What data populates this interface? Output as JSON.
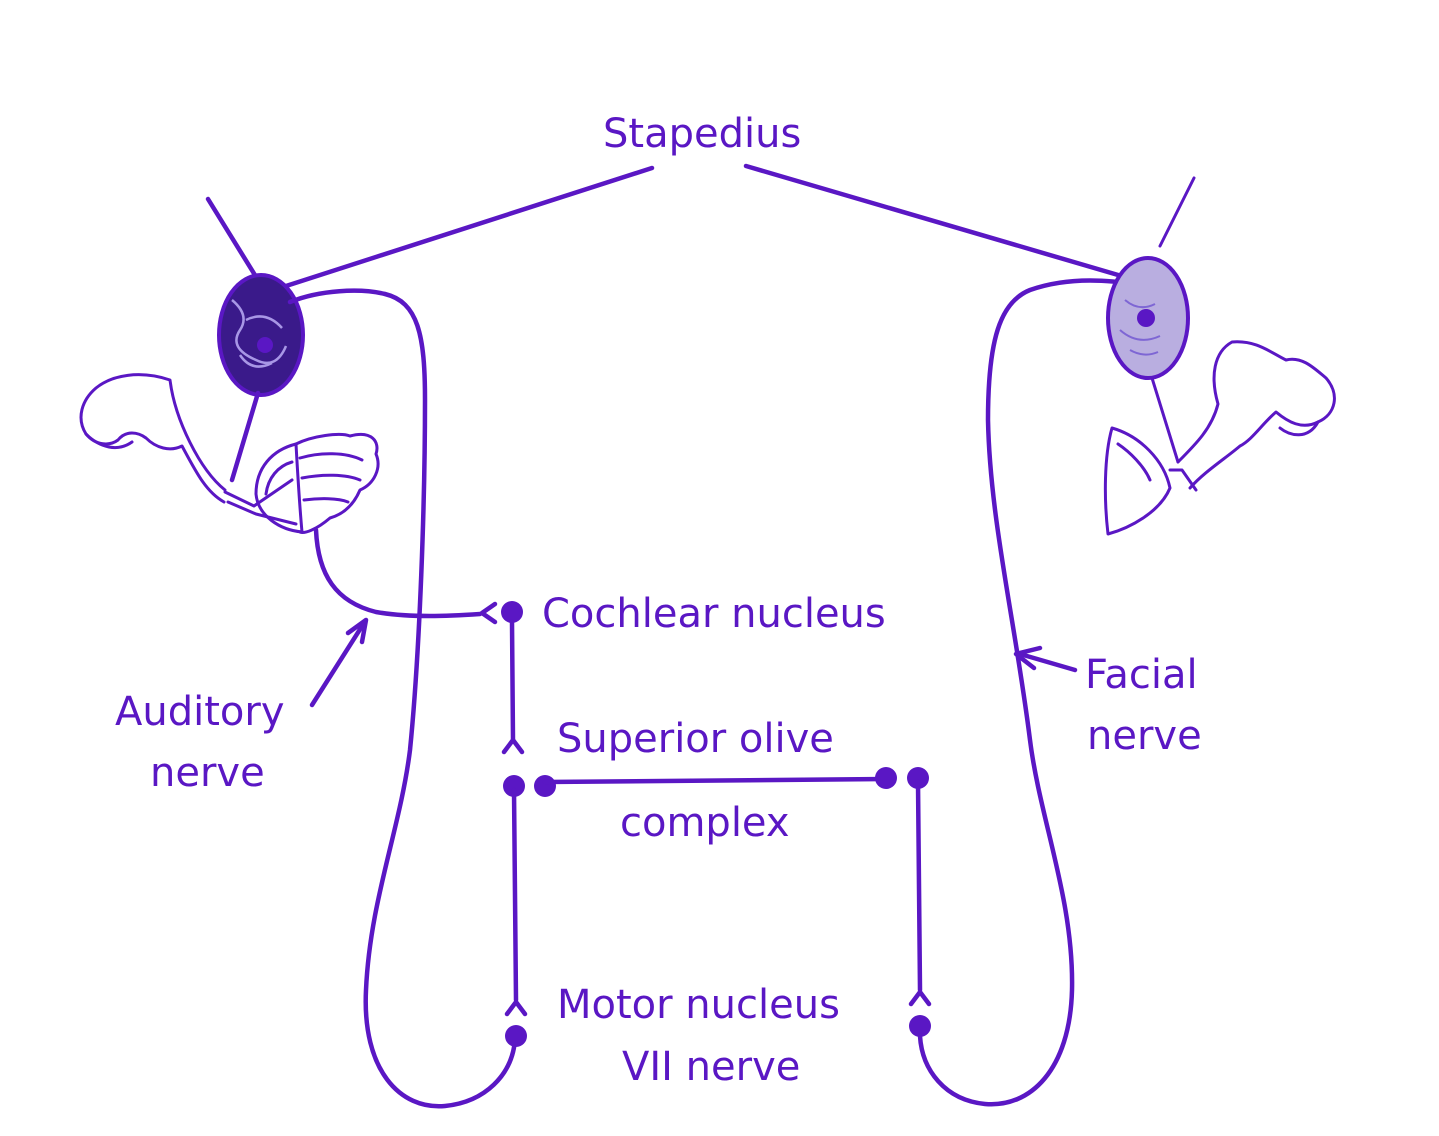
{
  "labels": {
    "stapedius": "Stapedius",
    "cochlear_nucleus": "Cochlear nucleus",
    "auditory_nerve_1": "Auditory",
    "auditory_nerve_2": "nerve",
    "facial_nerve_1": "Facial",
    "facial_nerve_2": "nerve",
    "superior_olive_1": "Superior olive",
    "superior_olive_2": "complex",
    "motor_nucleus_1": "Motor nucleus",
    "motor_nucleus_2": "VII nerve"
  },
  "colors": {
    "ink": "#5a17c4",
    "muscle_left_fill": "#3a1a8a",
    "muscle_right_fill": "#b9aee0"
  }
}
